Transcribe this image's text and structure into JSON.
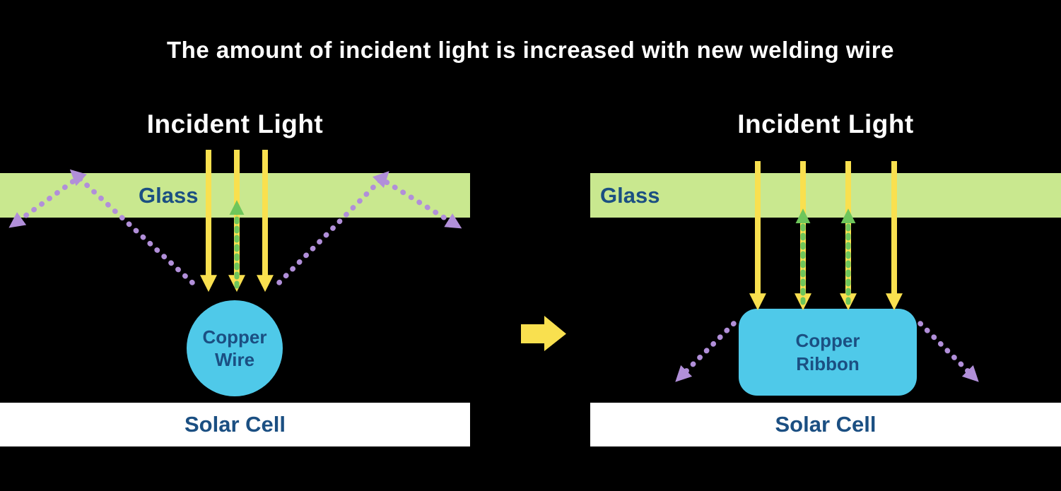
{
  "title": "The amount of incident light is increased with new welding wire",
  "colors": {
    "background": "#000000",
    "title_text": "#ffffff",
    "glass_band": "#c9e88f",
    "label_dark_blue": "#1b4f82",
    "incident_ray_yellow": "#f9e04f",
    "reflected_ray_green": "#6ec65b",
    "escaping_ray_purple": "#b18fd9",
    "copper_cyan": "#4fc9e9",
    "solar_cell_white": "#ffffff"
  },
  "left_panel": {
    "heading": "Incident Light",
    "glass_label": "Glass",
    "copper_label_line1": "Copper",
    "copper_label_line2": "Wire",
    "solar_cell_label": "Solar Cell"
  },
  "right_panel": {
    "heading": "Incident Light",
    "glass_label": "Glass",
    "copper_label_line1": "Copper",
    "copper_label_line2": "Ribbon",
    "solar_cell_label": "Solar Cell"
  }
}
